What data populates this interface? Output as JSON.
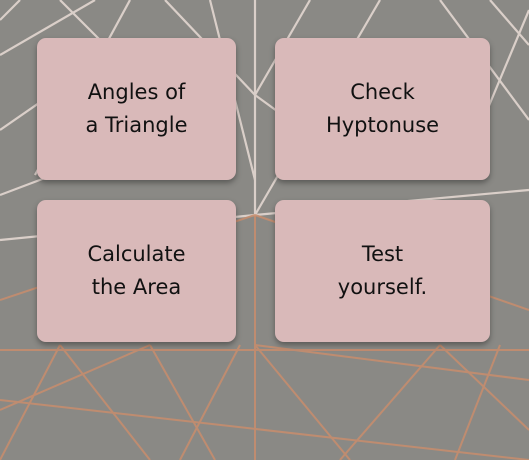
{
  "menu": {
    "cards": [
      {
        "line1": "Angles of",
        "line2": "a Triangle"
      },
      {
        "line1": "Check",
        "line2": "Hyptonuse"
      },
      {
        "line1": "Calculate",
        "line2": "the Area"
      },
      {
        "line1": "Test",
        "line2": "yourself."
      }
    ]
  },
  "colors": {
    "background": "#8a8985",
    "card": "#d9b9b9",
    "line_light": "#e6d6cf",
    "line_copper": "#c8906f"
  }
}
